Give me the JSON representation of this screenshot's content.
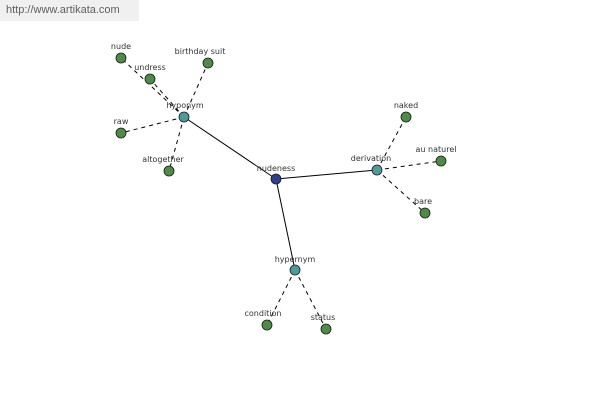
{
  "source": {
    "url": "http://www.artikata.com"
  },
  "colors": {
    "center": "#2f3f8f",
    "relation": "#4f9a9a",
    "leaf": "#4d8c46",
    "edge": "#000000"
  },
  "graph": {
    "nodes": [
      {
        "id": "center",
        "type": "center",
        "label": "nudeness"
      },
      {
        "id": "rel_hyponym",
        "type": "relation",
        "label": "hyponym"
      },
      {
        "id": "rel_derivation",
        "type": "relation",
        "label": "derivation"
      },
      {
        "id": "rel_hypernym",
        "type": "relation",
        "label": "hypernym"
      },
      {
        "id": "nude",
        "type": "leaf",
        "label": "nude"
      },
      {
        "id": "undress",
        "type": "leaf",
        "label": "undress"
      },
      {
        "id": "birthday_suit",
        "type": "leaf",
        "label": "birthday suit"
      },
      {
        "id": "raw",
        "type": "leaf",
        "label": "raw"
      },
      {
        "id": "altogether",
        "type": "leaf",
        "label": "altogether"
      },
      {
        "id": "naked",
        "type": "leaf",
        "label": "naked"
      },
      {
        "id": "au_naturel",
        "type": "leaf",
        "label": "au naturel"
      },
      {
        "id": "bare",
        "type": "leaf",
        "label": "bare"
      },
      {
        "id": "condition",
        "type": "leaf",
        "label": "condition"
      },
      {
        "id": "status",
        "type": "leaf",
        "label": "status"
      }
    ],
    "edges": [
      {
        "from": "center",
        "to": "rel_hyponym",
        "style": "solid"
      },
      {
        "from": "center",
        "to": "rel_derivation",
        "style": "solid"
      },
      {
        "from": "center",
        "to": "rel_hypernym",
        "style": "solid"
      },
      {
        "from": "rel_hyponym",
        "to": "nude",
        "style": "dashed"
      },
      {
        "from": "rel_hyponym",
        "to": "undress",
        "style": "dashed"
      },
      {
        "from": "rel_hyponym",
        "to": "birthday_suit",
        "style": "dashed"
      },
      {
        "from": "rel_hyponym",
        "to": "raw",
        "style": "dashed"
      },
      {
        "from": "rel_hyponym",
        "to": "altogether",
        "style": "dashed"
      },
      {
        "from": "rel_derivation",
        "to": "naked",
        "style": "dashed"
      },
      {
        "from": "rel_derivation",
        "to": "au_naturel",
        "style": "dashed"
      },
      {
        "from": "rel_derivation",
        "to": "bare",
        "style": "dashed"
      },
      {
        "from": "rel_hypernym",
        "to": "condition",
        "style": "dashed"
      },
      {
        "from": "rel_hypernym",
        "to": "status",
        "style": "dashed"
      }
    ]
  }
}
